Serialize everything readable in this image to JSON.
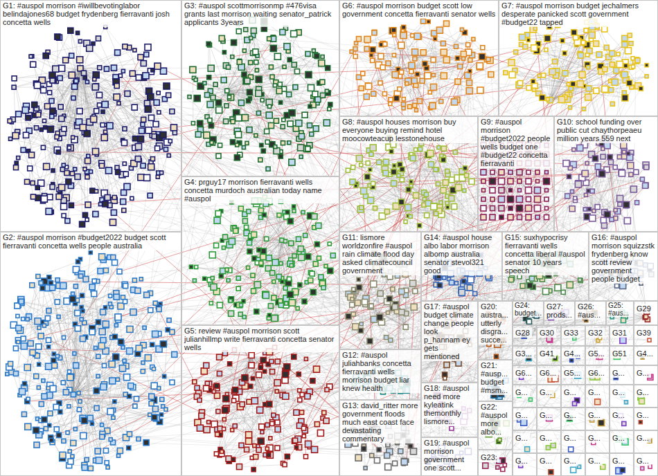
{
  "diagram": {
    "nodes": [
      {
        "text": [
          "G1: #auspol morrison #iwillbevotinglabor belindajones68 budget frydenberg fierravanti josh concetta wells"
        ]
      },
      {
        "text": [
          "G3: #auspol scottmorrisonmp #476visa grants last morrison waiting senator_patrick applicants 3years"
        ]
      },
      {
        "text": [
          "G6: #auspol morrison budget scott low government concetta fierravanti senator wells"
        ]
      },
      {
        "text": [
          "G7: #auspol morrison budget jechalmers desperate panicked scott government #budget22 tapped"
        ]
      },
      {
        "text": [
          "G4: prguy17 morrison fierravanti wells concetta murdoch australian today name #auspol"
        ]
      },
      {
        "text": [
          "G8: #auspol houses morrison buy everyone buying remind hotel moocowteacup lesstonehouse"
        ]
      },
      {
        "text": [
          "G9: #auspol morrison #budget2022 people wells budget one #budget22 concetta fierravanti"
        ]
      },
      {
        "text": [
          "G10: school funding over public cut chaythorpeaeu million years 559 next"
        ]
      },
      {
        "text": [
          "G2: #auspol morrison #budget2022 budget scott fierravanti concetta wells people australia"
        ]
      },
      {
        "text": [
          "G5: review #auspol morrison scott julianhillmp write fierravanti concetta senator wells"
        ]
      },
      {
        "text": [
          "G11: lismore worldzonfire #auspol rain climate flood day asked climatecouncil government"
        ]
      },
      {
        "text": [
          "G14: #auspol house albo labor morrison albomp australia senator stevol321 good"
        ]
      },
      {
        "text": [
          "G15: suxhypocrisy fierravanti wells concetta liberal #auspol senator 10 years speech"
        ]
      },
      {
        "text": [
          "G16: #auspol morrison squizzstk frydenberg know scott review government people budget"
        ]
      },
      {
        "text": [
          "G12: #auspol juliahbanks concetta fierravanti wells morrison budget liar knew health"
        ]
      },
      {
        "text": [
          "G13: david_ritter more government floods much east coast face devastating commentary"
        ]
      },
      {
        "text": [
          "G17: #auspol budget climate change people look p_hannam ey gets mentioned"
        ]
      },
      {
        "text": [
          "G18: #auspol need more kyleatink themonthly lismore..."
        ]
      },
      {
        "text": [
          "G19: #auspol morrison government one scott..."
        ]
      },
      {
        "text": [
          "G20: austra... utterly disgra... succe..."
        ]
      },
      {
        "text": [
          "G21: #ausp... budget #msm..."
        ]
      },
      {
        "text": [
          "G22: #auspol more albo..."
        ]
      },
      {
        "text": [
          "G23:"
        ]
      },
      {
        "text": [
          "G24: budget..."
        ]
      },
      {
        "text": [
          "G27: prods..."
        ]
      },
      {
        "text": [
          "G26: #aus..."
        ]
      },
      {
        "text": [
          "G25: #aus..."
        ]
      },
      {
        "text": [
          "G29"
        ]
      },
      {
        "text": [
          "G28"
        ]
      },
      {
        "text": [
          "G30"
        ]
      },
      {
        "text": [
          "G33"
        ]
      },
      {
        "text": [
          "G32"
        ]
      },
      {
        "text": [
          "G31"
        ]
      },
      {
        "text": [
          "G39"
        ]
      },
      {
        "text": [
          "G3..."
        ]
      },
      {
        "text": [
          "G41"
        ]
      },
      {
        "text": [
          "G4..."
        ]
      },
      {
        "text": [
          "G5..."
        ]
      },
      {
        "text": [
          "G51"
        ]
      },
      {
        "text": [
          "G4..."
        ]
      },
      {
        "text": [
          "G6..."
        ]
      },
      {
        "text": [
          "G6..."
        ]
      },
      {
        "text": [
          "G5..."
        ]
      },
      {
        "text": [
          "G6..."
        ]
      },
      {
        "text": [
          "G..."
        ]
      },
      {
        "text": [
          "G..."
        ]
      },
      {
        "text": [
          "G..."
        ]
      },
      {
        "text": [
          "G..."
        ]
      },
      {
        "text": [
          "G..."
        ]
      },
      {
        "text": [
          "G..."
        ]
      },
      {
        "text": [
          "G..."
        ]
      },
      {
        "text": [
          "G..."
        ]
      },
      {
        "text": [
          "G..."
        ]
      },
      {
        "text": [
          "G..."
        ]
      },
      {
        "text": [
          "G..."
        ]
      },
      {
        "text": [
          "G..."
        ]
      },
      {
        "text": [
          "G..."
        ]
      },
      {
        "text": [
          "G..."
        ]
      },
      {
        "text": [
          "G..."
        ]
      },
      {
        "text": [
          "G..."
        ]
      },
      {
        "text": [
          "G..."
        ]
      },
      {
        "text": [
          "G..."
        ]
      },
      {
        "text": [
          "G..."
        ]
      },
      {
        "text": [
          "G..."
        ]
      },
      {
        "text": [
          "G..."
        ]
      },
      {
        "text": [
          "G..."
        ]
      },
      {
        "text": [
          "G..."
        ]
      },
      {
        "text": [
          "G..."
        ]
      },
      {
        "text": [
          "G..."
        ]
      },
      {
        "text": [
          "G..."
        ]
      }
    ]
  }
}
